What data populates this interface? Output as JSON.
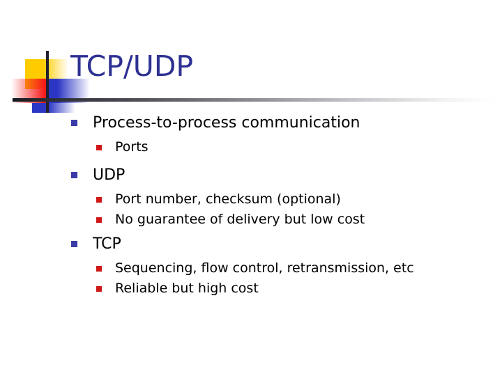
{
  "slide": {
    "title": "TCP/UDP",
    "theme": {
      "title_color": "#2E3192",
      "body_color": "#000000",
      "level1_bullet_color": "#3B3BA8",
      "level2_bullet_color": "#CF1717",
      "background_color": "#FFFFFF",
      "logo_yellow": "#FFCC00",
      "logo_red": "#F61B1B",
      "logo_blue": "#2B36C4",
      "logo_line": "#21202C"
    },
    "bullets": [
      {
        "level": 1,
        "text": "Process-to-process communication",
        "bullet_icon": "square-bullet-blue"
      },
      {
        "level": 2,
        "text": "Ports",
        "bullet_icon": "square-bullet-red"
      },
      {
        "level": 1,
        "text": "UDP",
        "bullet_icon": "square-bullet-blue"
      },
      {
        "level": 2,
        "text": "Port number, checksum (optional)",
        "bullet_icon": "square-bullet-red"
      },
      {
        "level": 2,
        "text": "No guarantee of delivery but low cost",
        "bullet_icon": "square-bullet-red"
      },
      {
        "level": 1,
        "text": "TCP",
        "bullet_icon": "square-bullet-blue"
      },
      {
        "level": 2,
        "text": "Sequencing, flow control, retransmission, etc",
        "bullet_icon": "square-bullet-red"
      },
      {
        "level": 2,
        "text": "Reliable but high cost",
        "bullet_icon": "square-bullet-red"
      }
    ]
  }
}
